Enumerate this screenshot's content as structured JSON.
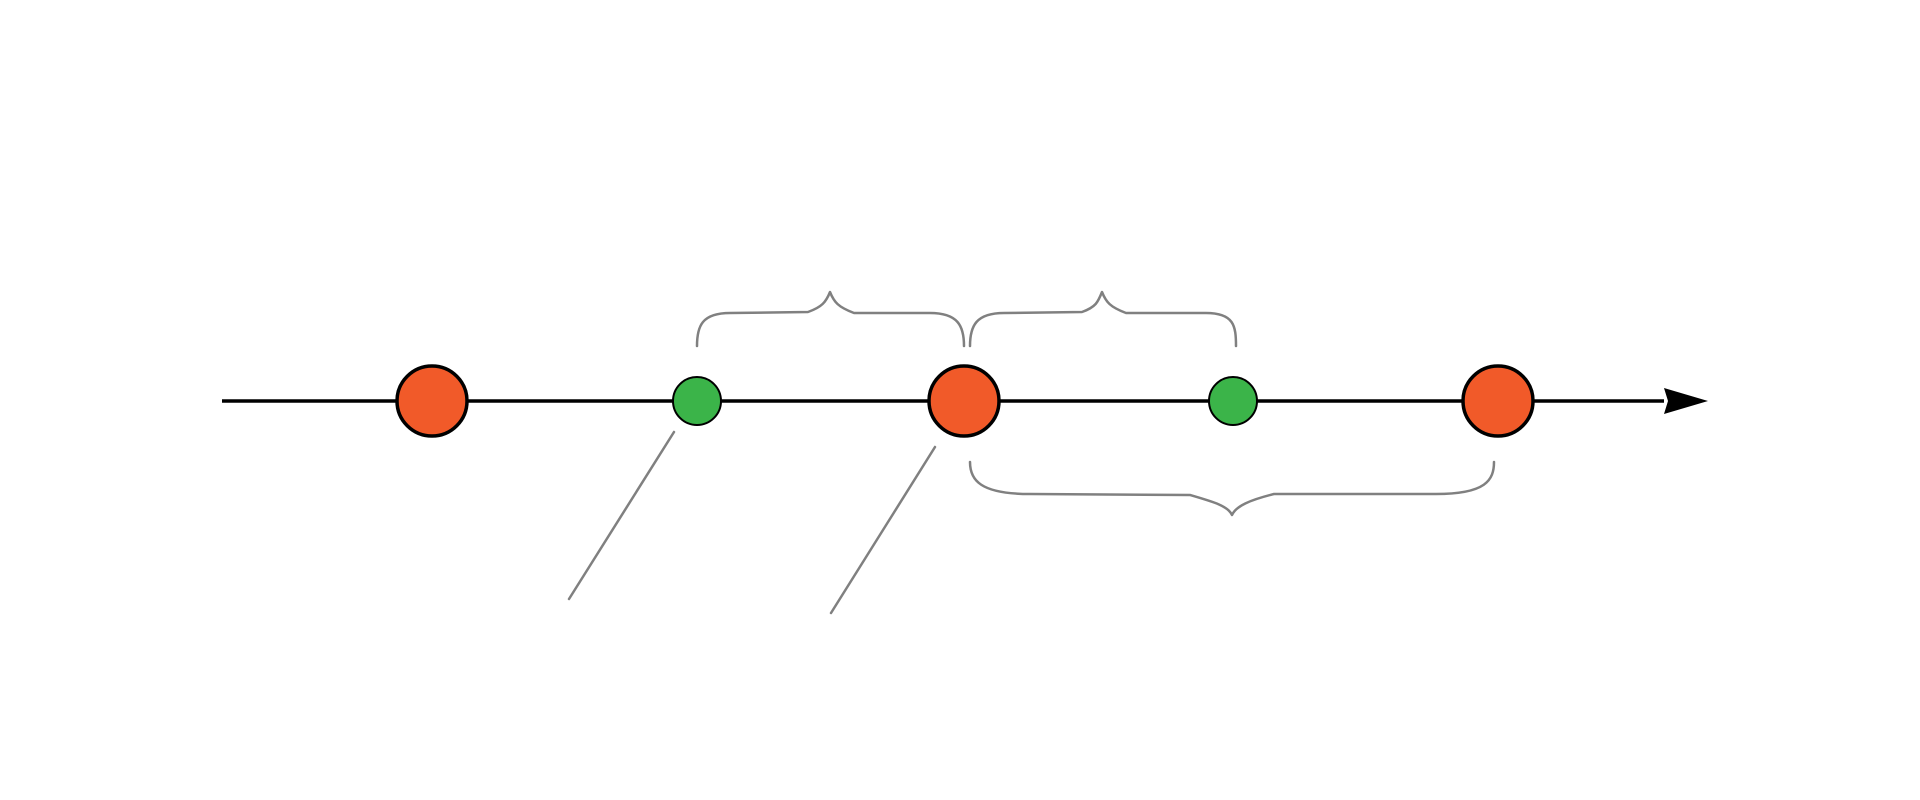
{
  "diagram": {
    "kind": "timeline",
    "direction": "left-to-right",
    "colors": {
      "background": "#ffffff",
      "axis": "#000000",
      "major_event_fill": "#f15a29",
      "minor_event_fill": "#3bb449",
      "event_stroke": "#000000",
      "annotation": "#808080"
    },
    "events": [
      {
        "type": "major",
        "order": 1
      },
      {
        "type": "minor",
        "order": 2
      },
      {
        "type": "major",
        "order": 3
      },
      {
        "type": "minor",
        "order": 4
      },
      {
        "type": "major",
        "order": 5
      }
    ],
    "braces": [
      {
        "side": "above",
        "from_event": 2,
        "to_event": 3
      },
      {
        "side": "above",
        "from_event": 3,
        "to_event": 4
      },
      {
        "side": "below",
        "from_event": 3,
        "to_event": 5
      }
    ],
    "leader_lines": [
      {
        "target_event": 2
      },
      {
        "target_event": 3
      }
    ]
  }
}
